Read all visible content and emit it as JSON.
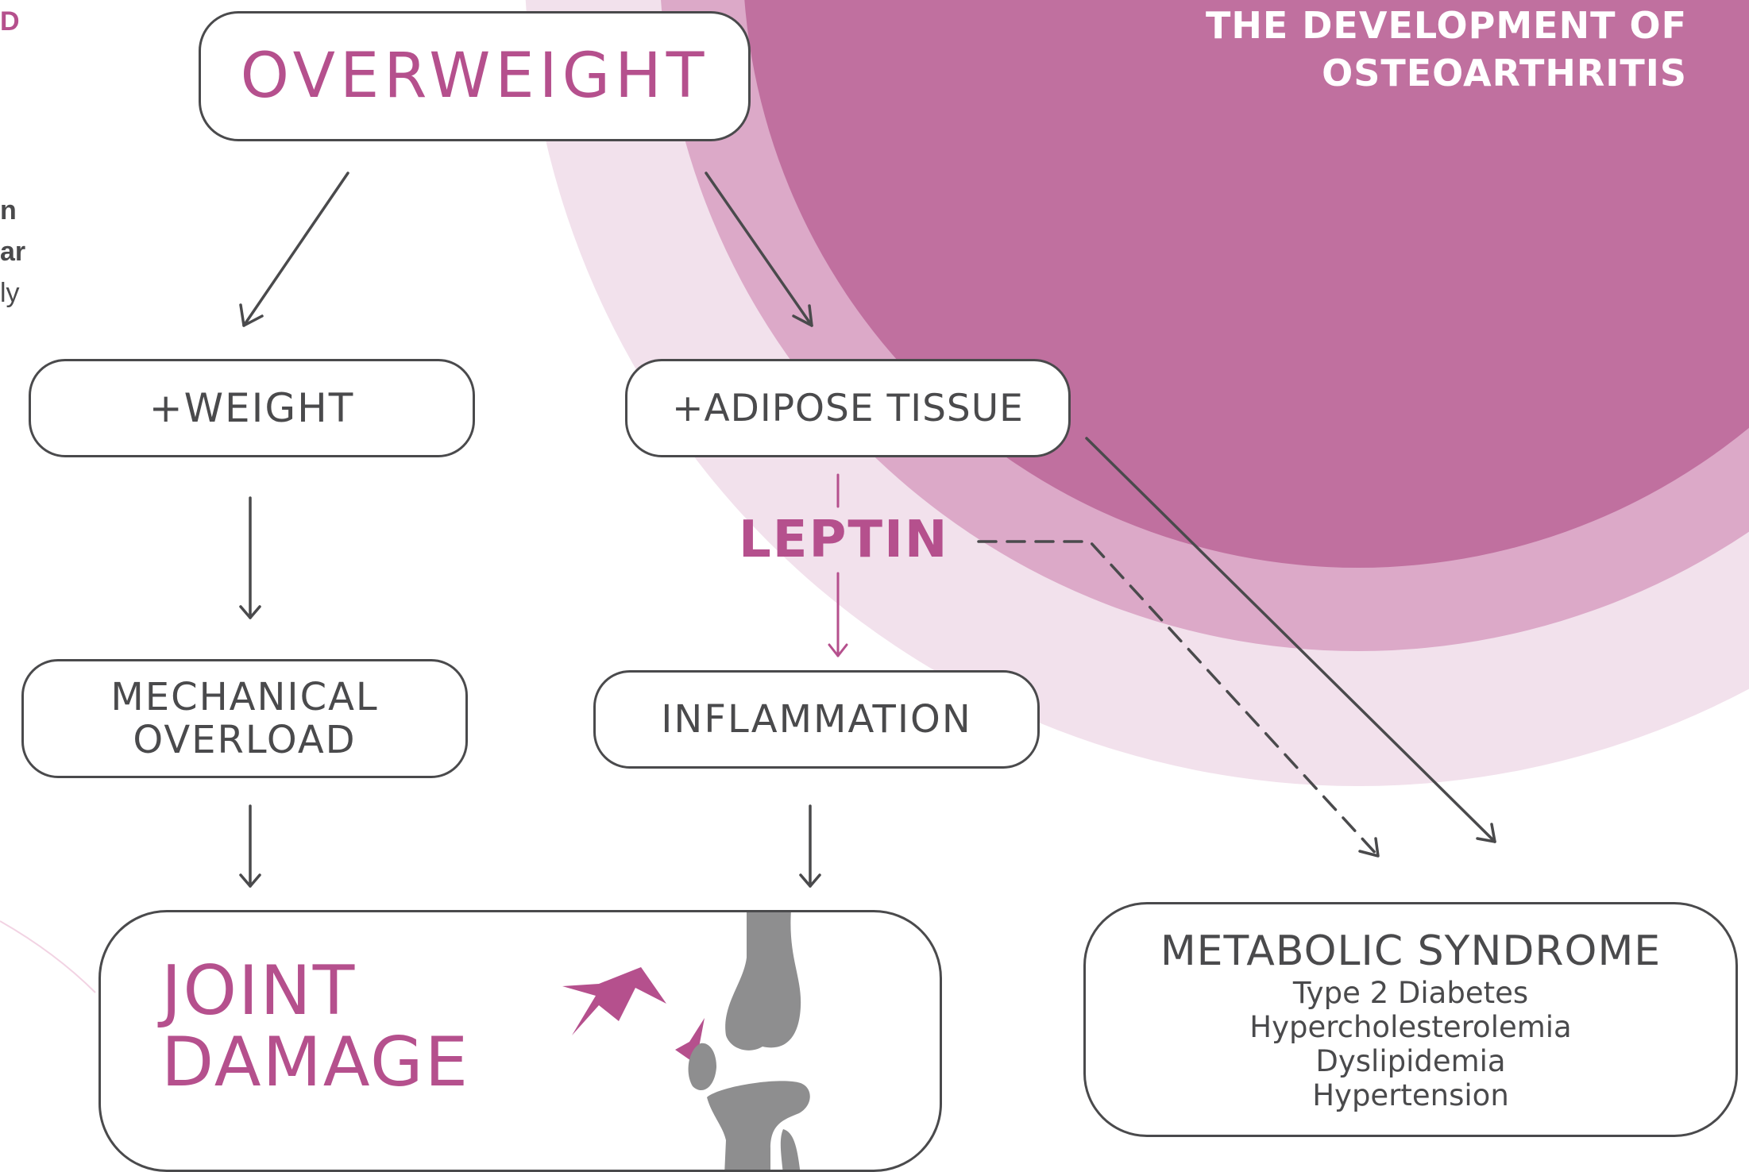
{
  "colors": {
    "brand_pink": "#b5508d",
    "circle_dark": "#c0709f",
    "circle_mid": "#dca9c8",
    "circle_light": "#f2e1ec",
    "ink": "#4a4a4c",
    "bone": "#8e8e8f"
  },
  "title": {
    "line1": "THE DEVELOPMENT OF",
    "line2": "OSTEOARTHRITIS"
  },
  "left_fragments": [
    "D",
    "n",
    "ar",
    "ly"
  ],
  "nodes": {
    "overweight": "OVERWEIGHT",
    "weight": "+WEIGHT",
    "adipose": "+ADIPOSE TISSUE",
    "leptin": "LEPTIN",
    "mechanical_line1": "MECHANICAL",
    "mechanical_line2": "OVERLOAD",
    "inflammation": "INFLAMMATION",
    "joint_line1": "JOINT",
    "joint_line2": "DAMAGE",
    "metabolic_title": "METABOLIC SYNDROME",
    "metabolic_items": [
      "Type 2 Diabetes",
      "Hypercholesterolemia",
      "Dyslipidemia",
      "Hypertension"
    ]
  },
  "icons": {
    "knee": "knee-joint-icon",
    "pain": "pain-burst-icon"
  }
}
